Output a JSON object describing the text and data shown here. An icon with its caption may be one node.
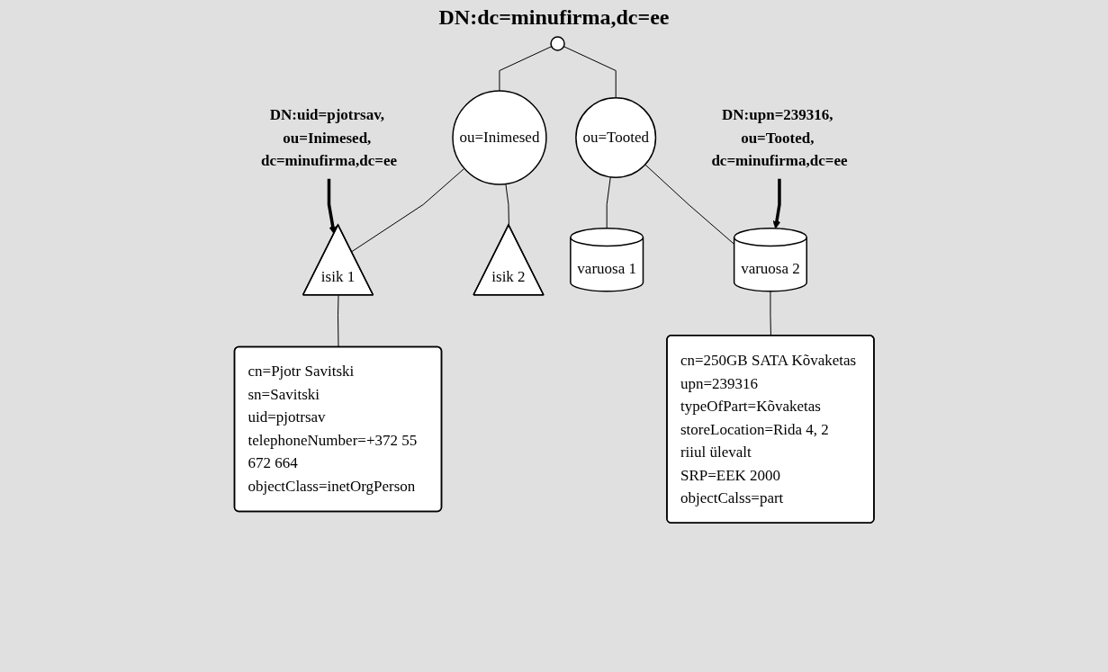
{
  "diagram": {
    "title": "DN:dc=minufirma,dc=ee",
    "nodes": [
      {
        "text": [],
        "shape": "circle"
      },
      {
        "text": [
          "DN:uid=pjotrsav, ou=Inimesed, dc=minufirma,dc=ee"
        ]
      },
      {
        "text": [
          "ou=Inimesed"
        ]
      },
      {
        "text": [
          "ou=Tooted"
        ]
      },
      {
        "text": [
          "DN:upn=239316, ou=Tooted, dc=minufirma,dc=ee"
        ]
      },
      {
        "text": [
          "isik 1"
        ]
      },
      {
        "text": [
          "isik 2"
        ]
      },
      {
        "text": [
          "varuosa 1"
        ]
      },
      {
        "text": [
          "varuosa 2"
        ]
      },
      {
        "text": [
          "cn=Pjotr Savitski",
          "sn=Savitski",
          "uid=pjotrsav",
          "telephoneNumber=+372 55 672 664",
          "objectClass=inetOrgPerson"
        ]
      },
      {
        "text": [
          "cn=250GB SATA Kõvaketas",
          "upn=239316",
          "typeOfPart=Kõvaketas",
          "storeLocation=Rida 4, 2 riiul ülevalt",
          "SRP=EEK 2000",
          "objectCalss=part"
        ]
      }
    ],
    "edges": [
      {
        "from": 0,
        "to": 2,
        "arrow": "none"
      },
      {
        "from": 0,
        "to": 3,
        "arrow": "none"
      },
      {
        "from": 2,
        "to": 5,
        "arrow": "none"
      },
      {
        "from": 2,
        "to": 6,
        "arrow": "none"
      },
      {
        "from": 3,
        "to": 7,
        "arrow": "none"
      },
      {
        "from": 3,
        "to": 8,
        "arrow": "none"
      },
      {
        "from": 1,
        "to": 5,
        "arrow": "to",
        "style": "thick"
      },
      {
        "from": 4,
        "to": 8,
        "arrow": "to",
        "style": "thick"
      },
      {
        "from": 5,
        "to": 9,
        "arrow": "none"
      },
      {
        "from": 8,
        "to": 10,
        "arrow": "none"
      }
    ]
  }
}
